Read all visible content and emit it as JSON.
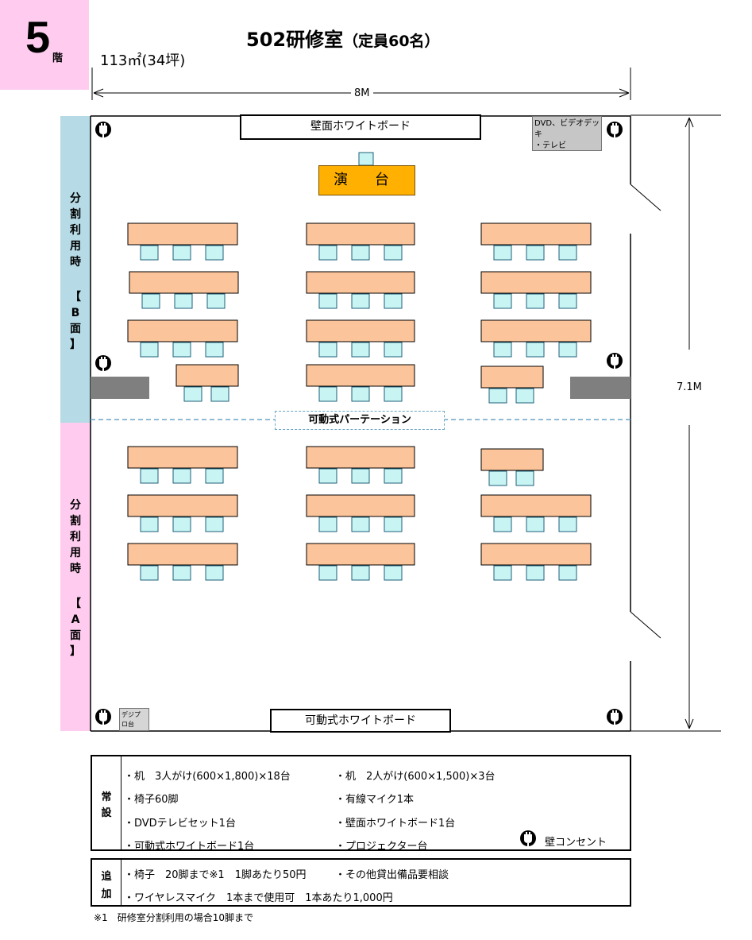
{
  "header": {
    "floor_number": "5",
    "floor_suffix": "階",
    "room_title": "502研修室",
    "capacity": "（定員60名）",
    "area": "113㎡(34坪)"
  },
  "dimensions": {
    "width": "8M",
    "height": "7.1M"
  },
  "room": {
    "whiteboard_top": "壁面ホワイトボード",
    "podium": "演 台",
    "dvd_line1": "DVD、ビデオデッキ",
    "dvd_line2": "・テレビ",
    "partition": "可動式パーテーション",
    "whiteboard_bottom": "可動式ホワイトボード",
    "digi_line1": "デジプ",
    "digi_line2": "ロ台"
  },
  "sidebar": {
    "b_chars": [
      "分",
      "割",
      "利",
      "用",
      "時",
      "【",
      "B",
      "面",
      "】"
    ],
    "a_chars": [
      "分",
      "割",
      "利",
      "用",
      "時",
      "【",
      "A",
      "面",
      "】"
    ]
  },
  "colors": {
    "desk": "#fbc49a",
    "chair": "#c8f4f4",
    "podium": "#ffb000",
    "partition": "#6aa6c8",
    "wall_block": "#7f7f7f"
  },
  "equipment": {
    "standard_label": [
      "常",
      "設"
    ],
    "standard_items": [
      "・机　3人がけ(600×1,800)×18台",
      "・机　2人がけ(600×1,500)×3台",
      "・椅子60脚",
      "・有線マイク1本",
      "・DVDテレビセット1台",
      "・壁面ホワイトボード1台",
      "・可動式ホワイトボード1台",
      "・プロジェクター台"
    ],
    "outlet_legend": "壁コンセント",
    "extra_label": [
      "追",
      "加"
    ],
    "extra_items": [
      "・椅子　20脚まで※1　1脚あたり50円",
      "・その他貸出備品要相談",
      "・ワイヤレスマイク　1本まで使用可　1本あたり1,000円"
    ]
  },
  "footnote": "※1　研修室分割利用の場合10脚まで"
}
